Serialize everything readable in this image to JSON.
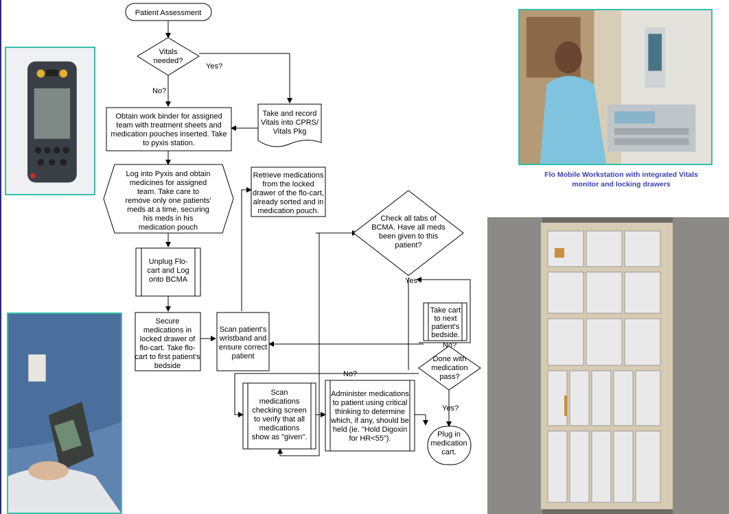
{
  "colors": {
    "frame": "#33c0a8",
    "caption": "#3a3fb0",
    "left_rule": "#2a2a7a"
  },
  "flowchart": {
    "start": "Patient Assessment",
    "vitals_decision": [
      "Vitals",
      "needed?"
    ],
    "label_yes_vitals": "Yes?",
    "label_no_vitals": "No?",
    "work_binder": [
      "Obtain work binder for assigned",
      "team with treatment sheets and",
      "medication pouches inserted. Take",
      "to pyxis station."
    ],
    "take_vitals": [
      "Take and record",
      "Vitals into CPRS/",
      "Vitals Pkg"
    ],
    "pyxis": [
      "Log into Pyxis and obtain",
      "medicines for  assigned",
      "team. Take care to",
      "remove only one patients'",
      "meds at a time, securing",
      "his meds in his",
      "medication pouch"
    ],
    "unplug": [
      "Unplug Flo-",
      "cart and Log",
      "onto BCMA"
    ],
    "secure": [
      "Secure",
      "medications in",
      "locked drawer of",
      "flo-cart. Take flo-",
      "cart to first patient's",
      "bedside"
    ],
    "retrieve": [
      "Retrieve medications",
      "from the locked",
      "drawer of the flo-cart,",
      "already sorted and in",
      "medication pouch."
    ],
    "scan_wristband": [
      "Scan patient's",
      "wristband and",
      "ensure correct",
      "patient"
    ],
    "check_tabs": [
      "Check all tabs of",
      "BCMA. Have all meds",
      "been given to this",
      "patient?"
    ],
    "label_yes_check": "Yes?",
    "take_cart": [
      "Take cart",
      "to next",
      "patient's",
      "bedside."
    ],
    "label_no_done": "No?",
    "done_decision": [
      "Done with",
      "medication",
      "pass?"
    ],
    "label_no_loop": "No?",
    "scan_meds": [
      "Scan",
      "medications",
      "checking screen",
      "to verify that all",
      "medications",
      "show as \"given\"."
    ],
    "administer": [
      "Administer medications",
      "to patient using critical",
      "thinking to determine",
      "which, if any, should be",
      "held (ie. \"Hold Digoxin",
      "for HR<55\")."
    ],
    "label_yes_done": "Yes?",
    "plug_in": [
      "Plug in",
      "medication",
      "cart."
    ]
  },
  "images": {
    "handheld": {
      "icon": "handheld-scanner-photo"
    },
    "workstation": {
      "icon": "nurse-workstation-photo",
      "caption": [
        "Flo Mobile Workstation with integrated Vitals",
        "monitor and locking drawers"
      ]
    },
    "wristband": {
      "icon": "wristband-scanning-photo"
    },
    "drawer": {
      "icon": "medication-drawer-photo"
    }
  }
}
